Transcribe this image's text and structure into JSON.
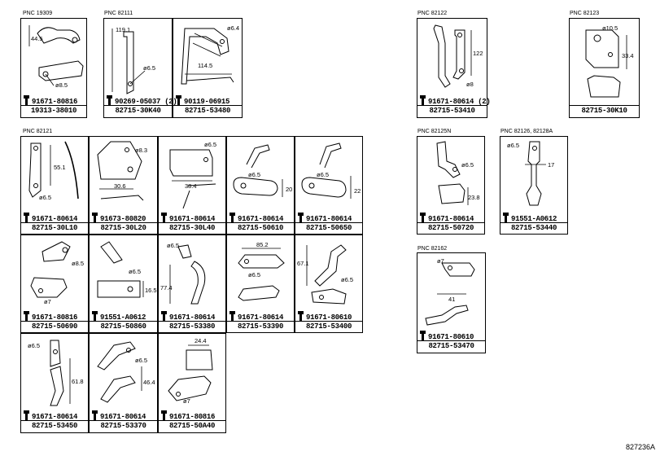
{
  "diagram_code": "827236A",
  "pnc_labels": [
    "PNC 19309",
    "PNC 82111",
    "PNC 82122",
    "PNC 82123",
    "PNC 82121",
    "PNC 82125N",
    "PNC 82126, 82128A",
    "PNC 82162"
  ],
  "panels": [
    {
      "bolts": [
        "91671-80816"
      ],
      "part": "19313-38010",
      "dims": [
        "44.5",
        "ø8.5"
      ]
    },
    {
      "bolts": [
        "90269-05037 (2)"
      ],
      "part": "82715-30K40",
      "dims": [
        "119.1",
        "ø6.5"
      ]
    },
    {
      "bolts": [
        "90119-06915"
      ],
      "part": "82715-53480",
      "dims": [
        "ø6.4",
        "114.5"
      ]
    },
    {
      "bolts": [
        "91671-80614 (2)"
      ],
      "part": "82715-53410",
      "dims": [
        "122",
        "ø8"
      ]
    },
    {
      "bolts": [],
      "part": "82715-30K10",
      "dims": [
        "ø10.5",
        "33.4"
      ]
    },
    {
      "bolts": [
        "91671-80614"
      ],
      "part": "82715-30L10",
      "dims": [
        "55.1",
        "ø6.5"
      ]
    },
    {
      "bolts": [
        "91673-80820"
      ],
      "part": "82715-30L20",
      "dims": [
        "ø8.3",
        "30.6"
      ]
    },
    {
      "bolts": [
        "91671-80614"
      ],
      "part": "82715-30L40",
      "dims": [
        "ø6.5",
        "38.4"
      ]
    },
    {
      "bolts": [
        "91671-80614"
      ],
      "part": "82715-50610",
      "dims": [
        "ø6.5",
        "20"
      ]
    },
    {
      "bolts": [
        "91671-80614"
      ],
      "part": "82715-50650",
      "dims": [
        "ø6.5",
        "22"
      ]
    },
    {
      "bolts": [
        "91671-80614"
      ],
      "part": "82715-50720",
      "dims": [
        "ø6.5",
        "23.8"
      ]
    },
    {
      "bolts": [
        "91551-A0612"
      ],
      "part": "82715-53440",
      "dims": [
        "ø6.5",
        "17"
      ]
    },
    {
      "bolts": [
        "91671-80816"
      ],
      "part": "82715-50690",
      "dims": [
        "ø8.5",
        "ø7"
      ]
    },
    {
      "bolts": [
        "91551-A0612"
      ],
      "part": "82715-50860",
      "dims": [
        "ø6.5",
        "16.5"
      ]
    },
    {
      "bolts": [
        "91671-80614"
      ],
      "part": "82715-53380",
      "dims": [
        "ø6.5",
        "77.4"
      ]
    },
    {
      "bolts": [
        "91671-80614"
      ],
      "part": "82715-53390",
      "dims": [
        "85.2",
        "ø6.5"
      ]
    },
    {
      "bolts": [
        "91671-80610"
      ],
      "part": "82715-53400",
      "dims": [
        "67.1",
        "ø6.5"
      ]
    },
    {
      "bolts": [
        "91671-80610"
      ],
      "part": "82715-53470",
      "dims": [
        "ø7",
        "41"
      ]
    },
    {
      "bolts": [
        "91671-80614"
      ],
      "part": "82715-53450",
      "dims": [
        "ø6.5",
        "61.8"
      ]
    },
    {
      "bolts": [
        "91671-80614"
      ],
      "part": "82715-53370",
      "dims": [
        "ø6.5",
        "46.4"
      ]
    },
    {
      "bolts": [
        "91671-80816"
      ],
      "part": "82715-50A40",
      "dims": [
        "24.4",
        "ø7"
      ]
    }
  ]
}
